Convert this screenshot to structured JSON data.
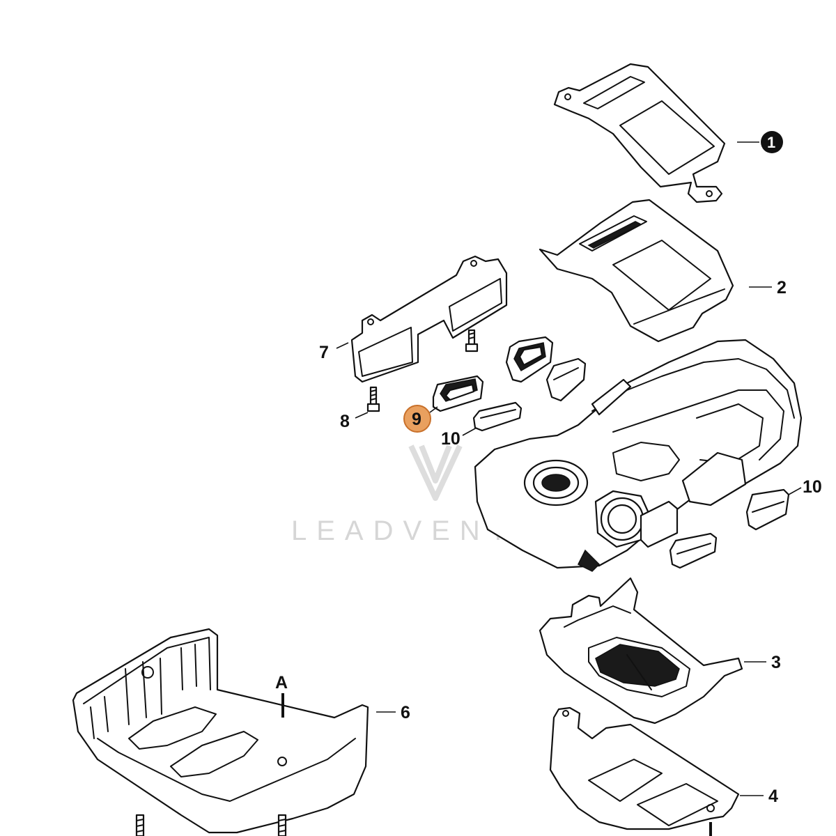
{
  "watermark": {
    "text": "LEADVENTURE"
  },
  "callouts": [
    {
      "id": "1",
      "style": "badge"
    },
    {
      "id": "2",
      "style": "plain"
    },
    {
      "id": "3",
      "style": "plain"
    },
    {
      "id": "4",
      "style": "plain"
    },
    {
      "id": "6",
      "style": "plain"
    },
    {
      "id": "7",
      "style": "plain"
    },
    {
      "id": "8",
      "style": "plain"
    },
    {
      "id": "9",
      "style": "highlighted"
    },
    {
      "id": "10",
      "style": "plain"
    },
    {
      "id": "10",
      "style": "plain"
    }
  ],
  "reference_marker": {
    "text": "A"
  },
  "colors": {
    "highlight": "#e9a05f",
    "line": "#111111",
    "watermark": "#d6d6d6"
  }
}
